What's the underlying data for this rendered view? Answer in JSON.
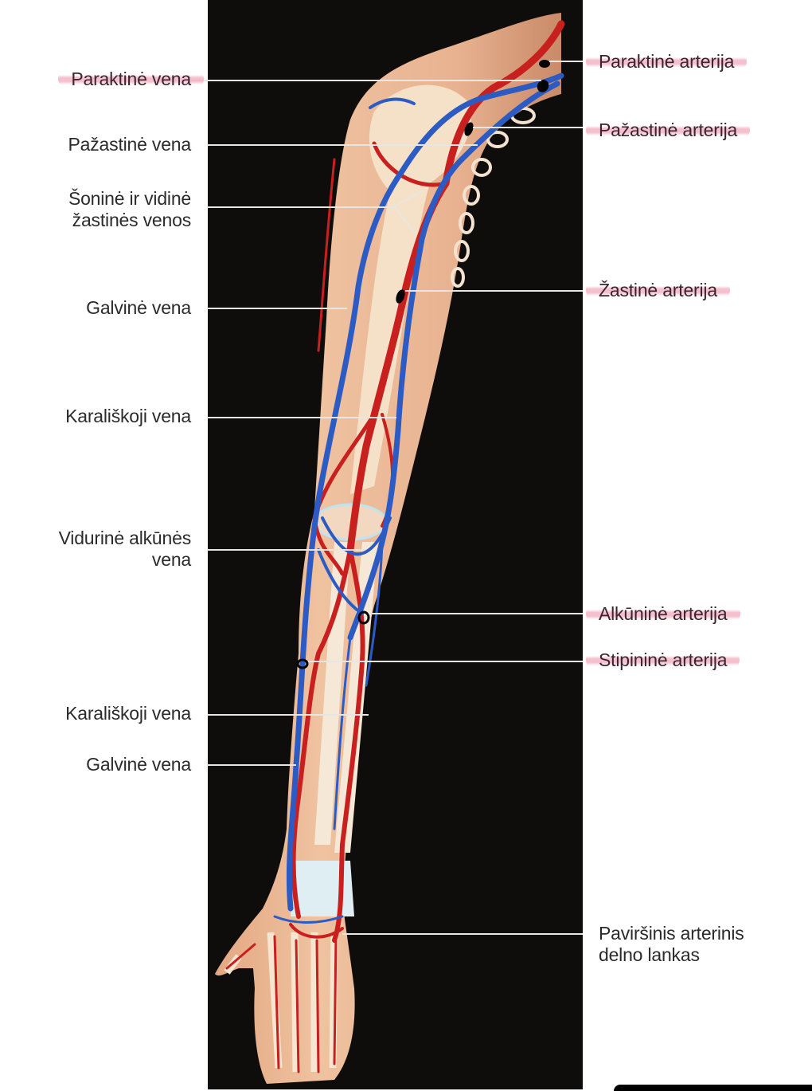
{
  "diagram": {
    "subject": "Upper limb blood vessels (veins and arteries)",
    "colors": {
      "background_panel": "#0f0d0c",
      "artery": "#c8201f",
      "vein": "#2c5bc4",
      "skin": "#e9b592",
      "bone": "#f5e6d2",
      "highlight": "#f2aabe",
      "leader_line": "#e9e6e2",
      "label_text": "#2b2b2b"
    },
    "left_labels": [
      {
        "text": "Paraktinė vena",
        "highlighted": true
      },
      {
        "text": "Pažastinė vena",
        "highlighted": false
      },
      {
        "line1": "Šoninė ir vidinė",
        "line2": "žastinės venos",
        "highlighted": false
      },
      {
        "text": "Galvinė vena",
        "highlighted": false
      },
      {
        "text": "Karališkoji vena",
        "highlighted": false
      },
      {
        "line1": "Vidurinė alkūnės",
        "line2": "vena",
        "highlighted": false
      },
      {
        "text": "Karališkoji vena",
        "highlighted": false
      },
      {
        "text": "Galvinė vena",
        "highlighted": false
      }
    ],
    "right_labels": [
      {
        "text": "Paraktinė arterija",
        "highlighted": true
      },
      {
        "text": "Pažastinė arterija",
        "highlighted": true
      },
      {
        "text": "Žastinė arterija",
        "highlighted": true
      },
      {
        "text": "Alkūninė arterija",
        "highlighted": true
      },
      {
        "text": "Stipininė arterija",
        "highlighted": true
      },
      {
        "line1": "Paviršinis arterinis",
        "line2": "delno lankas",
        "highlighted": false
      }
    ],
    "handwritten_marks": [
      "subclavian-artery-mark",
      "subclavian-vein-mark",
      "axillary-artery-mark",
      "brachial-artery-mark",
      "ulnar-artery-mark",
      "radial-artery-mark"
    ]
  }
}
